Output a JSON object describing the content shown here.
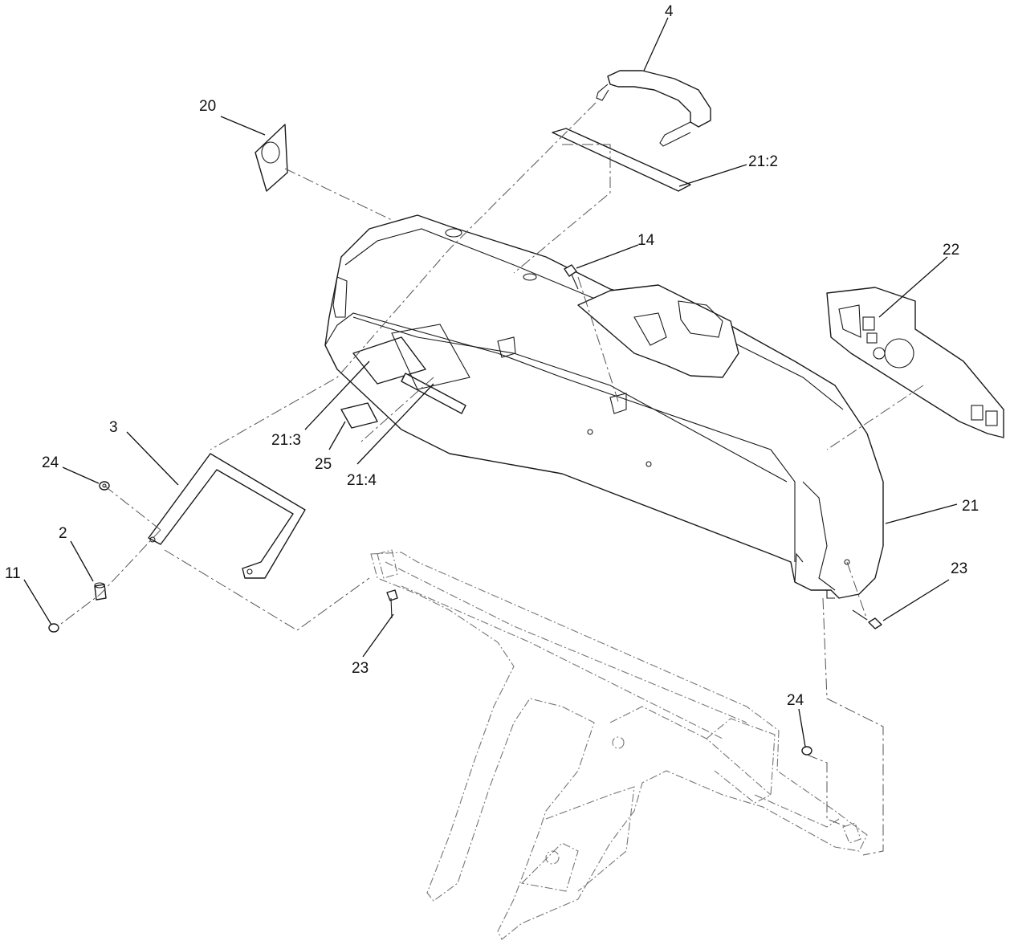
{
  "callouts": {
    "c4": "4",
    "c20": "20",
    "c21_2": "21:2",
    "c14": "14",
    "c22": "22",
    "c3": "3",
    "c24a": "24",
    "c21_3": "21:3",
    "c25": "25",
    "c21_4": "21:4",
    "c2": "2",
    "c11": "11",
    "c21": "21",
    "c23a": "23",
    "c23b": "23",
    "c24b": "24"
  }
}
